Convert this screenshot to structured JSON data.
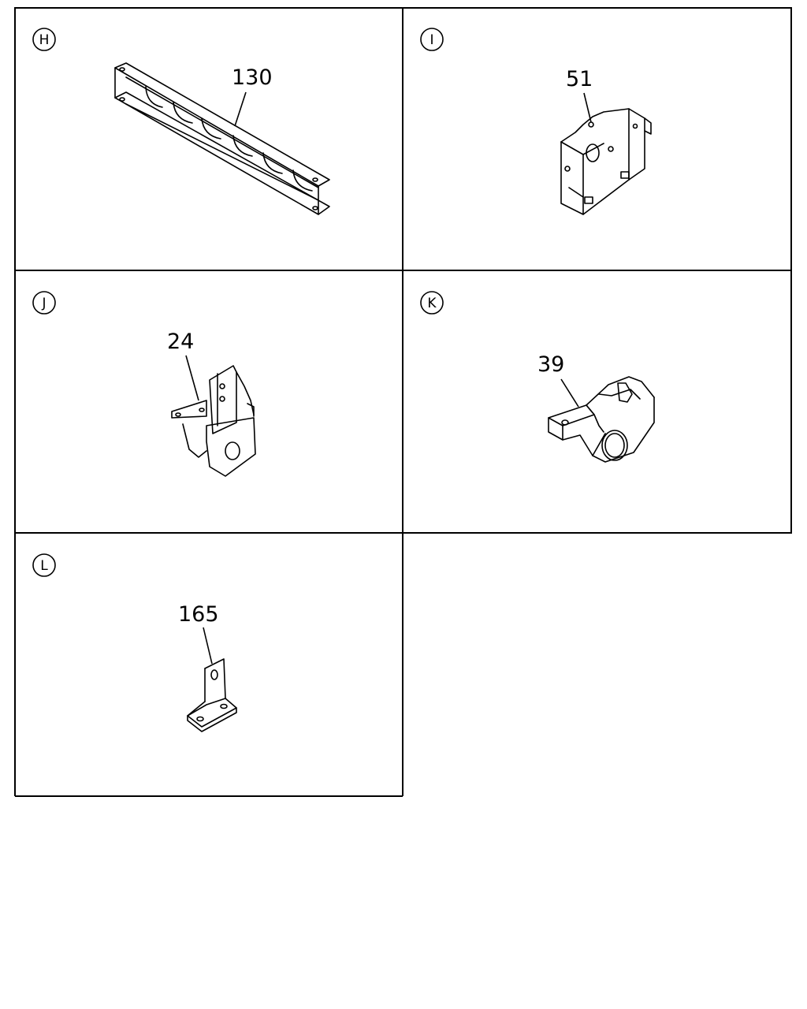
{
  "panels": [
    {
      "letter": "H",
      "part_number": "130"
    },
    {
      "letter": "I",
      "part_number": "51"
    },
    {
      "letter": "J",
      "part_number": "24"
    },
    {
      "letter": "K",
      "part_number": "39"
    },
    {
      "letter": "L",
      "part_number": "165"
    }
  ]
}
